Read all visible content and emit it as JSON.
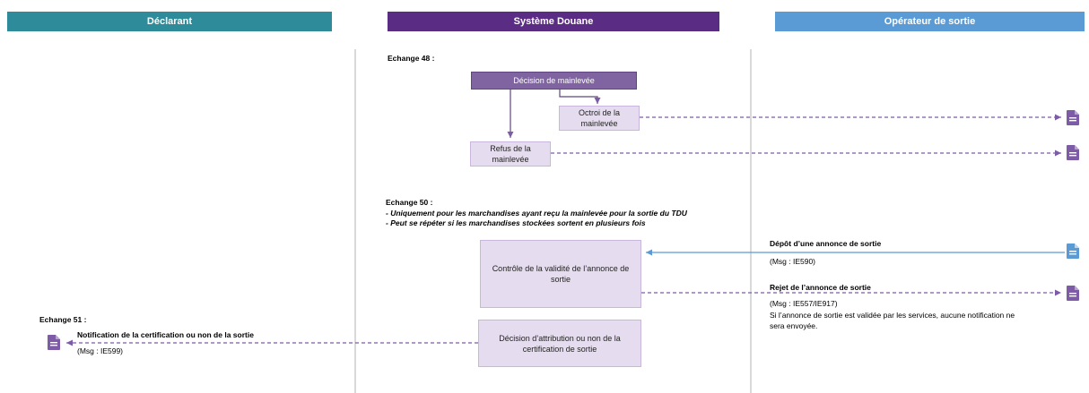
{
  "lanes": {
    "declarant": "Déclarant",
    "douane": "Système Douane",
    "operateur": "Opérateur de sortie"
  },
  "colors": {
    "declarant": "#2e8b9a",
    "douane": "#5b2c83",
    "operateur": "#5b9bd5",
    "box_light": "#e6dcf0",
    "box_dark": "#8064a2",
    "arrow_purple": "#7d5ba6",
    "arrow_blue": "#5b9bd5"
  },
  "exchange48": {
    "title": "Echange 48 :",
    "decision": "Décision de mainlevée",
    "octroi": "Octroi de la mainlevée",
    "refus": "Refus de la mainlevée"
  },
  "exchange50": {
    "title": "Echange 50 :",
    "note1": "- Uniquement pour les marchandises ayant reçu la mainlevée pour la sortie du TDU",
    "note2": "- Peut se répéter si les marchandises stockées sortent en plusieurs fois",
    "control_box": "Contrôle de la validité de l’annonce de sortie",
    "depot_title": "Dépôt d’une annonce de sortie",
    "depot_msg": "(Msg : IE590)",
    "rejet_title": "Rejet de l’annonce de sortie",
    "rejet_msg": "(Msg : IE557/IE917)",
    "rejet_note1": "Si l’annonce de sortie est validée par les services, aucune notification ne",
    "rejet_note2": "sera envoyée."
  },
  "exchange51": {
    "title": "Echange 51 :",
    "decision_box": "Décision d’attribution ou non de la certification de sortie",
    "notif_title": "Notification de la certification ou non de la sortie",
    "notif_msg": "(Msg : IE599)"
  },
  "icons": [
    "document-icon"
  ]
}
